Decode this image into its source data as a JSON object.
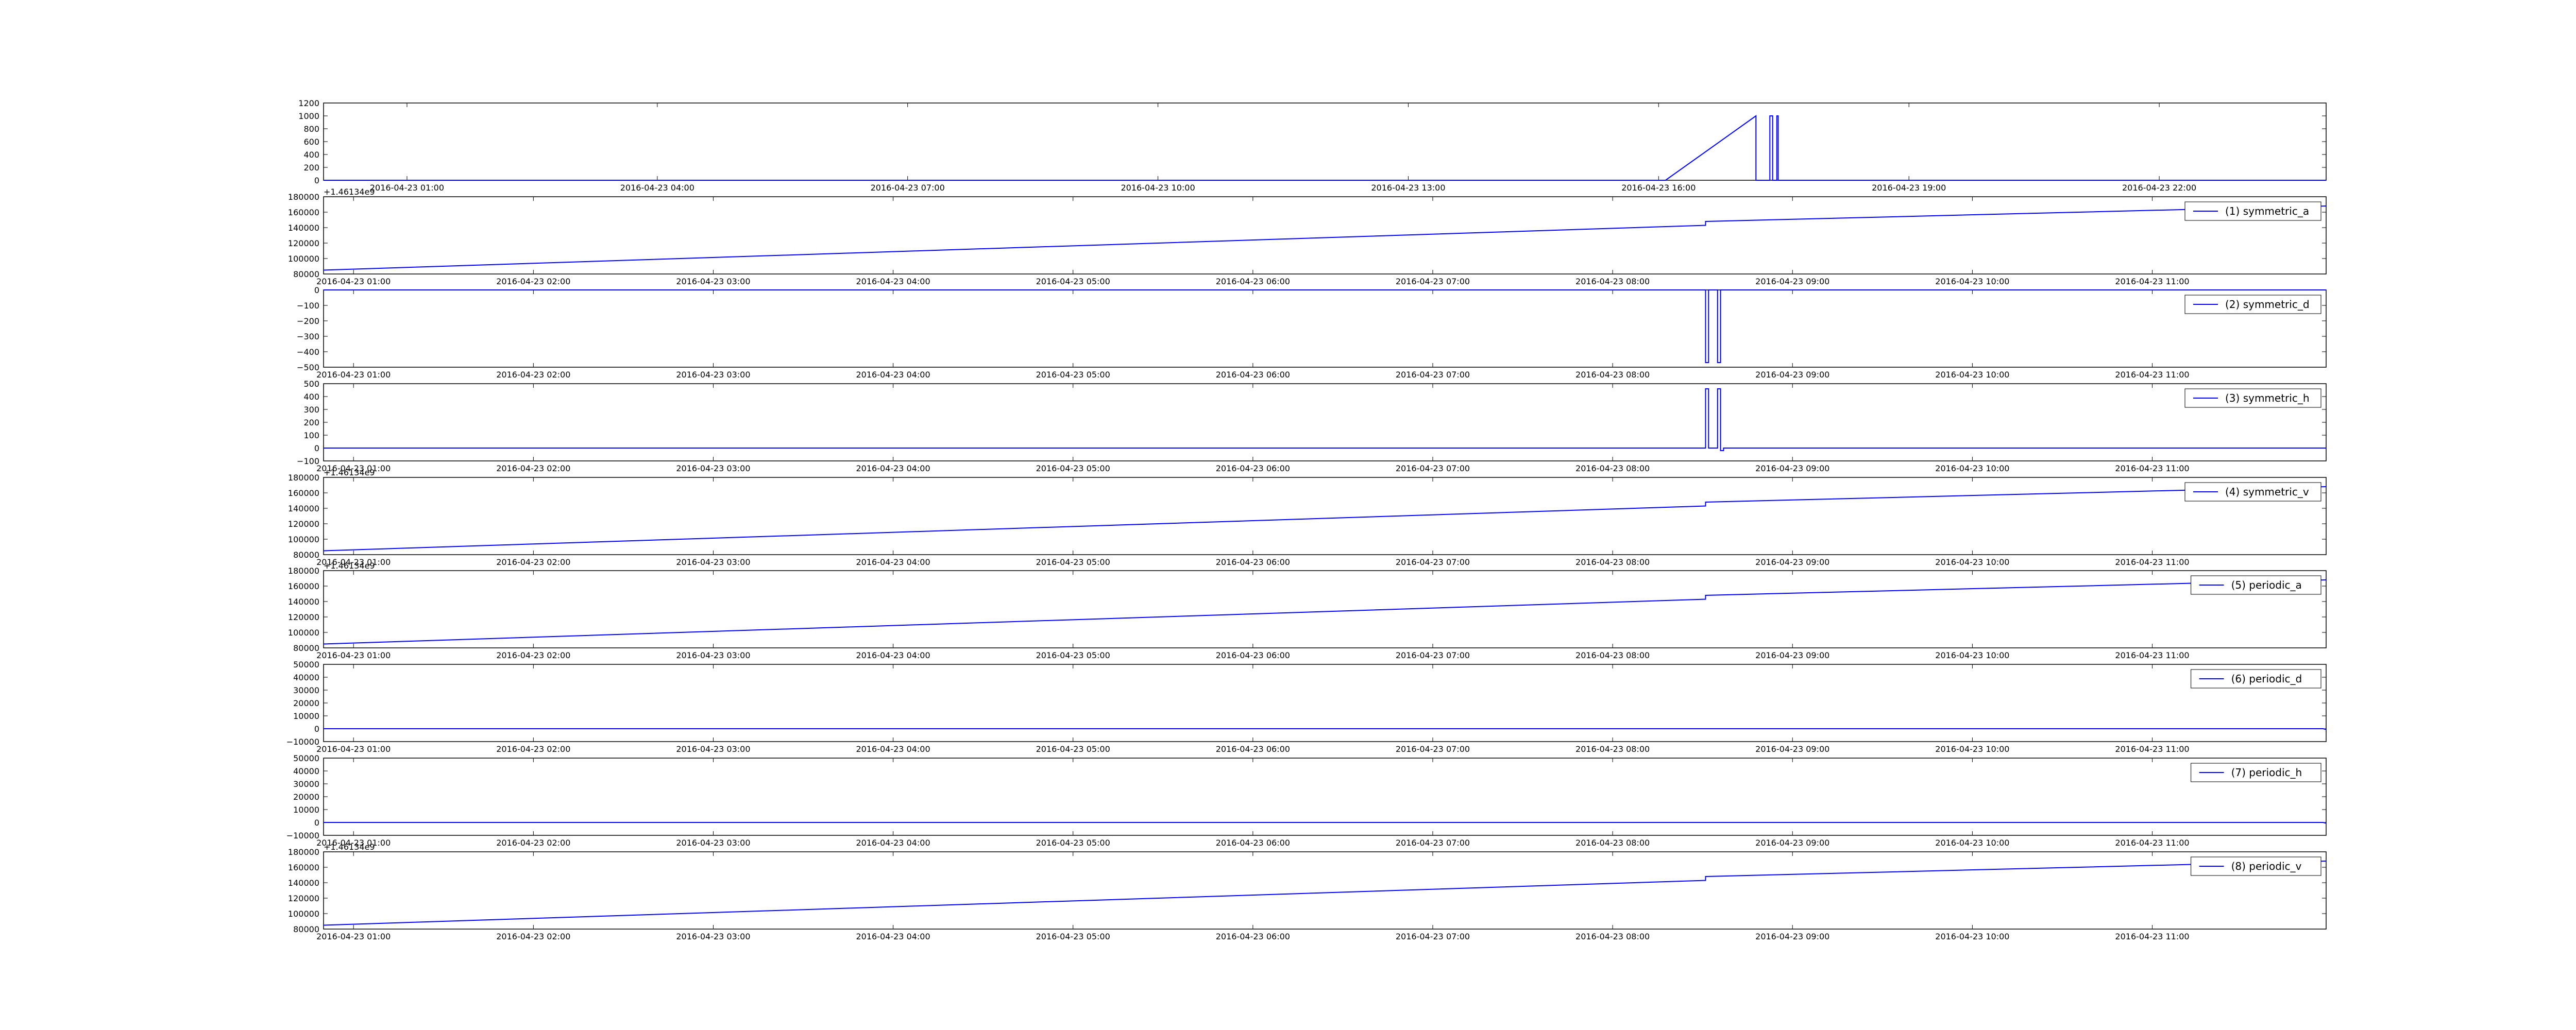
{
  "chart_data": [
    {
      "type": "line",
      "legend": "",
      "color": "#0000ff",
      "ylim": [
        0,
        1200
      ],
      "yticks": [
        "0",
        "200",
        "400",
        "600",
        "800",
        "1000",
        "1200"
      ],
      "xlim": [
        "2016-04-23 00:00",
        "2016-04-24 00:00"
      ],
      "xticks": [
        {
          "t": "2016-04-23 01:00",
          "label": "2016-04-23 01:00"
        },
        {
          "t": "2016-04-23 04:00",
          "label": "2016-04-23 04:00"
        },
        {
          "t": "2016-04-23 07:00",
          "label": "2016-04-23 07:00"
        },
        {
          "t": "2016-04-23 10:00",
          "label": "2016-04-23 10:00"
        },
        {
          "t": "2016-04-23 13:00",
          "label": "2016-04-23 13:00"
        },
        {
          "t": "2016-04-23 16:00",
          "label": "2016-04-23 16:00"
        },
        {
          "t": "2016-04-23 19:00",
          "label": "2016-04-23 19:00"
        },
        {
          "t": "2016-04-23 22:00",
          "label": "2016-04-23 22:00"
        }
      ],
      "offset": "",
      "points": [
        [
          "2016-04-23 00:00",
          0
        ],
        [
          "2016-04-23 16:05",
          0
        ],
        [
          "2016-04-23 17:10",
          1000
        ],
        [
          "2016-04-23 17:10",
          0
        ],
        [
          "2016-04-23 17:20",
          0
        ],
        [
          "2016-04-23 17:20",
          1000
        ],
        [
          "2016-04-23 17:22",
          1000
        ],
        [
          "2016-04-23 17:22",
          0
        ],
        [
          "2016-04-23 17:25",
          0
        ],
        [
          "2016-04-23 17:25",
          1000
        ],
        [
          "2016-04-23 17:26",
          1000
        ],
        [
          "2016-04-23 17:26",
          0
        ],
        [
          "2016-04-24 00:00",
          0
        ]
      ]
    },
    {
      "type": "line",
      "legend": "(1) symmetric_a",
      "color": "#0000ff",
      "ylim": [
        80000,
        180000
      ],
      "yticks": [
        "80000",
        "100000",
        "120000",
        "140000",
        "160000",
        "180000"
      ],
      "xlim": [
        "2016-04-23 00:50",
        "2016-04-23 11:58"
      ],
      "xticks": [
        {
          "t": "2016-04-23 01:00",
          "label": "2016-04-23 01:00"
        },
        {
          "t": "2016-04-23 02:00",
          "label": "2016-04-23 02:00"
        },
        {
          "t": "2016-04-23 03:00",
          "label": "2016-04-23 03:00"
        },
        {
          "t": "2016-04-23 04:00",
          "label": "2016-04-23 04:00"
        },
        {
          "t": "2016-04-23 05:00",
          "label": "2016-04-23 05:00"
        },
        {
          "t": "2016-04-23 06:00",
          "label": "2016-04-23 06:00"
        },
        {
          "t": "2016-04-23 07:00",
          "label": "2016-04-23 07:00"
        },
        {
          "t": "2016-04-23 08:00",
          "label": "2016-04-23 08:00"
        },
        {
          "t": "2016-04-23 09:00",
          "label": "2016-04-23 09:00"
        },
        {
          "t": "2016-04-23 10:00",
          "label": "2016-04-23 10:00"
        },
        {
          "t": "2016-04-23 11:00",
          "label": "2016-04-23 11:00"
        }
      ],
      "offset": "+1.46134e9",
      "points": [
        [
          "2016-04-23 00:50",
          85000
        ],
        [
          "2016-04-23 08:31",
          143000
        ],
        [
          "2016-04-23 08:31",
          148000
        ],
        [
          "2016-04-23 11:58",
          168000
        ]
      ]
    },
    {
      "type": "line",
      "legend": "(2) symmetric_d",
      "color": "#0000ff",
      "ylim": [
        -500,
        0
      ],
      "yticks": [
        "−500",
        "−400",
        "−300",
        "−200",
        "−100",
        "0"
      ],
      "xlim": [
        "2016-04-23 00:50",
        "2016-04-23 11:58"
      ],
      "xticks": [
        {
          "t": "2016-04-23 01:00",
          "label": "2016-04-23 01:00"
        },
        {
          "t": "2016-04-23 02:00",
          "label": "2016-04-23 02:00"
        },
        {
          "t": "2016-04-23 03:00",
          "label": "2016-04-23 03:00"
        },
        {
          "t": "2016-04-23 04:00",
          "label": "2016-04-23 04:00"
        },
        {
          "t": "2016-04-23 05:00",
          "label": "2016-04-23 05:00"
        },
        {
          "t": "2016-04-23 06:00",
          "label": "2016-04-23 06:00"
        },
        {
          "t": "2016-04-23 07:00",
          "label": "2016-04-23 07:00"
        },
        {
          "t": "2016-04-23 08:00",
          "label": "2016-04-23 08:00"
        },
        {
          "t": "2016-04-23 09:00",
          "label": "2016-04-23 09:00"
        },
        {
          "t": "2016-04-23 10:00",
          "label": "2016-04-23 10:00"
        },
        {
          "t": "2016-04-23 11:00",
          "label": "2016-04-23 11:00"
        }
      ],
      "offset": "",
      "points": [
        [
          "2016-04-23 00:50",
          0
        ],
        [
          "2016-04-23 08:31",
          0
        ],
        [
          "2016-04-23 08:31",
          -470
        ],
        [
          "2016-04-23 08:32",
          -470
        ],
        [
          "2016-04-23 08:32",
          0
        ],
        [
          "2016-04-23 08:35",
          0
        ],
        [
          "2016-04-23 08:35",
          -470
        ],
        [
          "2016-04-23 08:36",
          -470
        ],
        [
          "2016-04-23 08:36",
          0
        ],
        [
          "2016-04-23 11:58",
          0
        ]
      ]
    },
    {
      "type": "line",
      "legend": "(3) symmetric_h",
      "color": "#0000ff",
      "ylim": [
        -100,
        500
      ],
      "yticks": [
        "−100",
        "0",
        "100",
        "200",
        "300",
        "400",
        "500"
      ],
      "xlim": [
        "2016-04-23 00:50",
        "2016-04-23 11:58"
      ],
      "xticks": [
        {
          "t": "2016-04-23 01:00",
          "label": "2016-04-23 01:00"
        },
        {
          "t": "2016-04-23 02:00",
          "label": "2016-04-23 02:00"
        },
        {
          "t": "2016-04-23 03:00",
          "label": "2016-04-23 03:00"
        },
        {
          "t": "2016-04-23 04:00",
          "label": "2016-04-23 04:00"
        },
        {
          "t": "2016-04-23 05:00",
          "label": "2016-04-23 05:00"
        },
        {
          "t": "2016-04-23 06:00",
          "label": "2016-04-23 06:00"
        },
        {
          "t": "2016-04-23 07:00",
          "label": "2016-04-23 07:00"
        },
        {
          "t": "2016-04-23 08:00",
          "label": "2016-04-23 08:00"
        },
        {
          "t": "2016-04-23 09:00",
          "label": "2016-04-23 09:00"
        },
        {
          "t": "2016-04-23 10:00",
          "label": "2016-04-23 10:00"
        },
        {
          "t": "2016-04-23 11:00",
          "label": "2016-04-23 11:00"
        }
      ],
      "offset": "",
      "points": [
        [
          "2016-04-23 00:50",
          0
        ],
        [
          "2016-04-23 08:31",
          0
        ],
        [
          "2016-04-23 08:31",
          460
        ],
        [
          "2016-04-23 08:32",
          460
        ],
        [
          "2016-04-23 08:32",
          0
        ],
        [
          "2016-04-23 08:35",
          0
        ],
        [
          "2016-04-23 08:35",
          460
        ],
        [
          "2016-04-23 08:36",
          460
        ],
        [
          "2016-04-23 08:36",
          -20
        ],
        [
          "2016-04-23 08:37",
          -20
        ],
        [
          "2016-04-23 08:37",
          0
        ],
        [
          "2016-04-23 11:58",
          0
        ]
      ]
    },
    {
      "type": "line",
      "legend": "(4) symmetric_v",
      "color": "#0000ff",
      "ylim": [
        80000,
        180000
      ],
      "yticks": [
        "80000",
        "100000",
        "120000",
        "140000",
        "160000",
        "180000"
      ],
      "xlim": [
        "2016-04-23 00:50",
        "2016-04-23 11:58"
      ],
      "xticks": [
        {
          "t": "2016-04-23 01:00",
          "label": "2016-04-23 01:00"
        },
        {
          "t": "2016-04-23 02:00",
          "label": "2016-04-23 02:00"
        },
        {
          "t": "2016-04-23 03:00",
          "label": "2016-04-23 03:00"
        },
        {
          "t": "2016-04-23 04:00",
          "label": "2016-04-23 04:00"
        },
        {
          "t": "2016-04-23 05:00",
          "label": "2016-04-23 05:00"
        },
        {
          "t": "2016-04-23 06:00",
          "label": "2016-04-23 06:00"
        },
        {
          "t": "2016-04-23 07:00",
          "label": "2016-04-23 07:00"
        },
        {
          "t": "2016-04-23 08:00",
          "label": "2016-04-23 08:00"
        },
        {
          "t": "2016-04-23 09:00",
          "label": "2016-04-23 09:00"
        },
        {
          "t": "2016-04-23 10:00",
          "label": "2016-04-23 10:00"
        },
        {
          "t": "2016-04-23 11:00",
          "label": "2016-04-23 11:00"
        }
      ],
      "offset": "+1.46134e9",
      "points": [
        [
          "2016-04-23 00:50",
          85000
        ],
        [
          "2016-04-23 08:31",
          143000
        ],
        [
          "2016-04-23 08:31",
          148000
        ],
        [
          "2016-04-23 11:58",
          168000
        ]
      ]
    },
    {
      "type": "line",
      "legend": "(5) periodic_a",
      "color": "#0000ff",
      "ylim": [
        80000,
        180000
      ],
      "yticks": [
        "80000",
        "100000",
        "120000",
        "140000",
        "160000",
        "180000"
      ],
      "xlim": [
        "2016-04-23 00:50",
        "2016-04-23 11:58"
      ],
      "xticks": [
        {
          "t": "2016-04-23 01:00",
          "label": "2016-04-23 01:00"
        },
        {
          "t": "2016-04-23 02:00",
          "label": "2016-04-23 02:00"
        },
        {
          "t": "2016-04-23 03:00",
          "label": "2016-04-23 03:00"
        },
        {
          "t": "2016-04-23 04:00",
          "label": "2016-04-23 04:00"
        },
        {
          "t": "2016-04-23 05:00",
          "label": "2016-04-23 05:00"
        },
        {
          "t": "2016-04-23 06:00",
          "label": "2016-04-23 06:00"
        },
        {
          "t": "2016-04-23 07:00",
          "label": "2016-04-23 07:00"
        },
        {
          "t": "2016-04-23 08:00",
          "label": "2016-04-23 08:00"
        },
        {
          "t": "2016-04-23 09:00",
          "label": "2016-04-23 09:00"
        },
        {
          "t": "2016-04-23 10:00",
          "label": "2016-04-23 10:00"
        },
        {
          "t": "2016-04-23 11:00",
          "label": "2016-04-23 11:00"
        }
      ],
      "offset": "+1.46134e9",
      "points": [
        [
          "2016-04-23 00:50",
          85000
        ],
        [
          "2016-04-23 08:31",
          143000
        ],
        [
          "2016-04-23 08:31",
          148000
        ],
        [
          "2016-04-23 11:58",
          168000
        ]
      ]
    },
    {
      "type": "line",
      "legend": "(6) periodic_d",
      "color": "#0000ff",
      "ylim": [
        -10000,
        50000
      ],
      "yticks": [
        "−10000",
        "0",
        "10000",
        "20000",
        "30000",
        "40000",
        "50000"
      ],
      "xlim": [
        "2016-04-23 00:50",
        "2016-04-23 11:58"
      ],
      "xticks": [
        {
          "t": "2016-04-23 01:00",
          "label": "2016-04-23 01:00"
        },
        {
          "t": "2016-04-23 02:00",
          "label": "2016-04-23 02:00"
        },
        {
          "t": "2016-04-23 03:00",
          "label": "2016-04-23 03:00"
        },
        {
          "t": "2016-04-23 04:00",
          "label": "2016-04-23 04:00"
        },
        {
          "t": "2016-04-23 05:00",
          "label": "2016-04-23 05:00"
        },
        {
          "t": "2016-04-23 06:00",
          "label": "2016-04-23 06:00"
        },
        {
          "t": "2016-04-23 07:00",
          "label": "2016-04-23 07:00"
        },
        {
          "t": "2016-04-23 08:00",
          "label": "2016-04-23 08:00"
        },
        {
          "t": "2016-04-23 09:00",
          "label": "2016-04-23 09:00"
        },
        {
          "t": "2016-04-23 10:00",
          "label": "2016-04-23 10:00"
        },
        {
          "t": "2016-04-23 11:00",
          "label": "2016-04-23 11:00"
        }
      ],
      "offset": "",
      "points": [
        [
          "2016-04-23 00:50",
          0
        ],
        [
          "2016-04-23 11:57",
          0
        ],
        [
          "2016-04-23 11:58",
          -600
        ]
      ]
    },
    {
      "type": "line",
      "legend": "(7) periodic_h",
      "color": "#0000ff",
      "ylim": [
        -10000,
        50000
      ],
      "yticks": [
        "−10000",
        "0",
        "10000",
        "20000",
        "30000",
        "40000",
        "50000"
      ],
      "xlim": [
        "2016-04-23 00:50",
        "2016-04-23 11:58"
      ],
      "xticks": [
        {
          "t": "2016-04-23 01:00",
          "label": "2016-04-23 01:00"
        },
        {
          "t": "2016-04-23 02:00",
          "label": "2016-04-23 02:00"
        },
        {
          "t": "2016-04-23 03:00",
          "label": "2016-04-23 03:00"
        },
        {
          "t": "2016-04-23 04:00",
          "label": "2016-04-23 04:00"
        },
        {
          "t": "2016-04-23 05:00",
          "label": "2016-04-23 05:00"
        },
        {
          "t": "2016-04-23 06:00",
          "label": "2016-04-23 06:00"
        },
        {
          "t": "2016-04-23 07:00",
          "label": "2016-04-23 07:00"
        },
        {
          "t": "2016-04-23 08:00",
          "label": "2016-04-23 08:00"
        },
        {
          "t": "2016-04-23 09:00",
          "label": "2016-04-23 09:00"
        },
        {
          "t": "2016-04-23 10:00",
          "label": "2016-04-23 10:00"
        },
        {
          "t": "2016-04-23 11:00",
          "label": "2016-04-23 11:00"
        }
      ],
      "offset": "",
      "points": [
        [
          "2016-04-23 00:50",
          0
        ],
        [
          "2016-04-23 11:57",
          0
        ],
        [
          "2016-04-23 11:58",
          -600
        ]
      ]
    },
    {
      "type": "line",
      "legend": "(8) periodic_v",
      "color": "#0000ff",
      "ylim": [
        80000,
        180000
      ],
      "yticks": [
        "80000",
        "100000",
        "120000",
        "140000",
        "160000",
        "180000"
      ],
      "xlim": [
        "2016-04-23 00:50",
        "2016-04-23 11:58"
      ],
      "xticks": [
        {
          "t": "2016-04-23 01:00",
          "label": "2016-04-23 01:00"
        },
        {
          "t": "2016-04-23 02:00",
          "label": "2016-04-23 02:00"
        },
        {
          "t": "2016-04-23 03:00",
          "label": "2016-04-23 03:00"
        },
        {
          "t": "2016-04-23 04:00",
          "label": "2016-04-23 04:00"
        },
        {
          "t": "2016-04-23 05:00",
          "label": "2016-04-23 05:00"
        },
        {
          "t": "2016-04-23 06:00",
          "label": "2016-04-23 06:00"
        },
        {
          "t": "2016-04-23 07:00",
          "label": "2016-04-23 07:00"
        },
        {
          "t": "2016-04-23 08:00",
          "label": "2016-04-23 08:00"
        },
        {
          "t": "2016-04-23 09:00",
          "label": "2016-04-23 09:00"
        },
        {
          "t": "2016-04-23 10:00",
          "label": "2016-04-23 10:00"
        },
        {
          "t": "2016-04-23 11:00",
          "label": "2016-04-23 11:00"
        }
      ],
      "offset": "+1.46134e9",
      "points": [
        [
          "2016-04-23 00:50",
          85000
        ],
        [
          "2016-04-23 08:31",
          143000
        ],
        [
          "2016-04-23 08:31",
          148000
        ],
        [
          "2016-04-23 11:58",
          168000
        ]
      ]
    }
  ]
}
